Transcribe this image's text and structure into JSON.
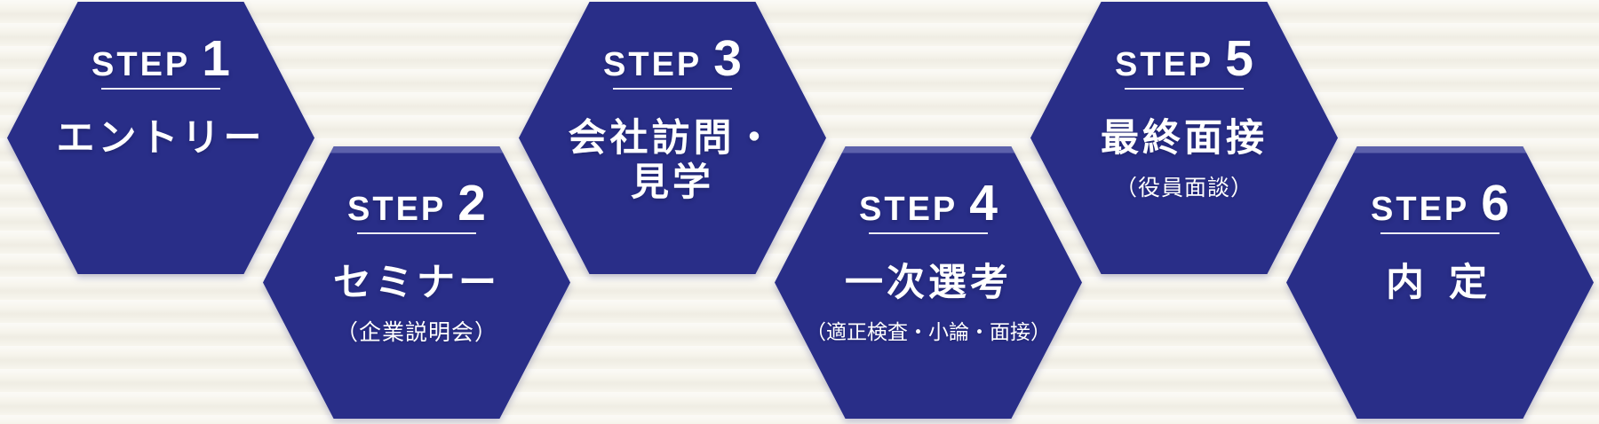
{
  "theme": {
    "background": "#f7f5ed",
    "hex_fill": "#292e88",
    "hex_top_bevel": "#5c61ab",
    "text_color": "#ffffff",
    "divider_color": "#ffffff"
  },
  "diagram": {
    "description_labels": {
      "step_word": "STEP"
    }
  },
  "steps": [
    {
      "step_label": "STEP",
      "number": "1",
      "title": "エントリー",
      "row": "upper"
    },
    {
      "step_label": "STEP",
      "number": "2",
      "title": "セミナー",
      "subtitle": "（企業説明会）",
      "row": "lower"
    },
    {
      "step_label": "STEP",
      "number": "3",
      "title": "会社訪問・\n見学",
      "row": "upper"
    },
    {
      "step_label": "STEP",
      "number": "4",
      "title": "一次選考",
      "subtitle": "（適正検査・小論・面接）",
      "row": "lower"
    },
    {
      "step_label": "STEP",
      "number": "5",
      "title": "最終面接",
      "subtitle": "（役員面談）",
      "row": "upper"
    },
    {
      "step_label": "STEP",
      "number": "6",
      "title": "内 定",
      "row": "lower"
    }
  ]
}
